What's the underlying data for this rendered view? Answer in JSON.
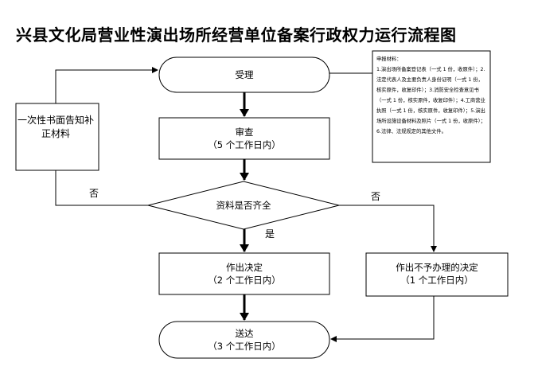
{
  "title": "兴县文化局营业性演出场所经营单位备案行政权力运行流程图",
  "nodes": {
    "accept": {
      "label": "受理"
    },
    "review": {
      "label": "审查",
      "detail": "（5 个工作日内）"
    },
    "decision": {
      "label": "资料是否齐全"
    },
    "decide": {
      "label": "作出决定",
      "detail": "（2 个工作日内）"
    },
    "reject": {
      "label": "作出不予办理的决定",
      "detail": "（1 个工作日内）"
    },
    "deliver": {
      "label": "送达",
      "detail": "（3 个工作日内）"
    },
    "notify": {
      "label": "一次性书面告知补正材料"
    }
  },
  "edge_labels": {
    "no_left": "否",
    "no_right": "否",
    "yes": "是"
  },
  "materials": {
    "heading": "申报材料：",
    "text": "1.演出场所备案登记表（一式 1 份，收原件）；2.法定代表人及主要负责人身份证明（一式 1 份，核实原件，收复印件）；3.消防安全检查意见书（一式 1 份，核实原件，收复印件）；4.工商营业执照（一式 1 份，核实原件，收复印件）；5.演出场所设施设备材料及照片（一式 1 份，收原件）；6.法律、法规规定的其他文件。"
  }
}
